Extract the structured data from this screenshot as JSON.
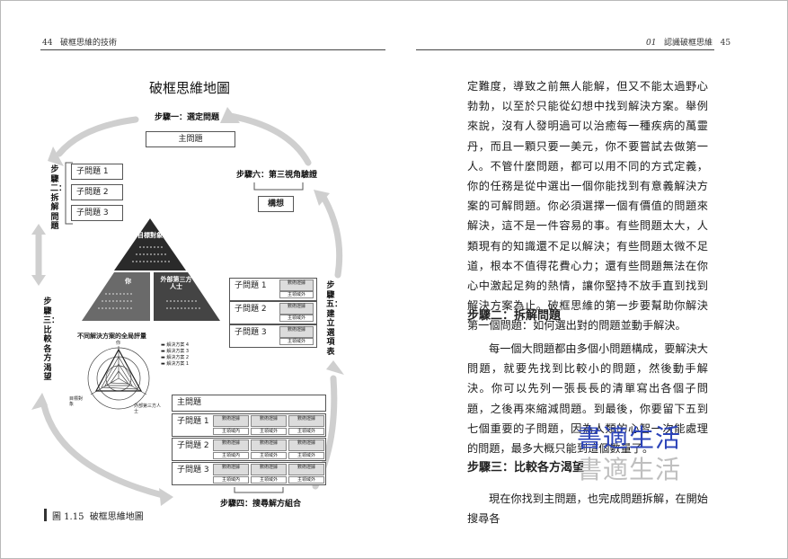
{
  "header": {
    "left_page_num": "44",
    "left_title": "破框思維的技術",
    "right_chapter": "01",
    "right_title": "認識破框思維",
    "right_page_num": "45"
  },
  "diagram": {
    "title": "破框思維地圖",
    "step1": "步驟一：選定問題",
    "main_problem": "主問題",
    "step2": "步驟二：拆解問題",
    "step3": "步驟三：比較各方渴望",
    "step4": "步驟四：搜尋解方組合",
    "step5": "步驟五：建立選項表",
    "step6": "步驟六：第三視角驗證",
    "concept": "構想",
    "sub1": "子問題 1",
    "sub2": "子問題 2",
    "sub3": "子問題 3",
    "tri_top": "目標對象",
    "tri_left": "你",
    "tri_right": "外部第三方人士",
    "radar_title": "不同解決方案的全局評量",
    "radar_top": "你",
    "radar_left": "目標對象",
    "radar_right": "外部第三方人士",
    "legend": [
      "解決方案 4",
      "解決方案 3",
      "解決方案 2",
      "解決方案 1"
    ],
    "cell_text": "數術證據",
    "cell_in": "主領域內",
    "cell_out": "主領域外",
    "caption_num": "圖 1.15",
    "caption_text": "破框思維地圖"
  },
  "text": {
    "p1": "定難度，導致之前無人能解，但又不能太過野心勃勃，以至於只能從幻想中找到解決方案。舉例來說，沒有人發明過可以治癒每一種疾病的萬靈丹，而且一顆只要一美元，你不要嘗試去做第一人。不管什麼問題，都可以用不同的方式定義，你的任務是從中選出一個你能找到有意義解決方案的可解問題。你必須選擇一個有價值的問題來解決，這不是一件容易的事。有些問題太大，人類現有的知識還不足以解決；有些問題太微不足道，根本不值得花費心力；還有些問題無法在你心中激起足夠的熱情，讓你堅持不放手直到找到解決方案為止。破框思維的第一步要幫助你解決第一個問題：如何選出對的問題並動手解決。",
    "h2": "步驟二：拆解問題",
    "p2": "每一個大問題都由多個小問題構成，要解決大問題，就要先找到比較小的問題，然後動手解決。你可以先列一張長長的清單寫出各個子問題，之後再來縮減問題。到最後，你要留下五到七個重要的子問題，因為人類的心智一次能處理的問題，最多大概只能到這個數量了。",
    "h3": "步驟三：比較各方渴望",
    "p3": "現在你找到主問題，也完成問題拆解，在開始搜尋各"
  },
  "watermark": "書適生活",
  "colors": {
    "watermark_blue": "#2b43b8",
    "watermark_gray": "#bfbfbf",
    "triangle_dark": "#2a2a2a",
    "triangle_mid": "#6a6a6a",
    "arrow_gray": "#cfcfcf"
  }
}
